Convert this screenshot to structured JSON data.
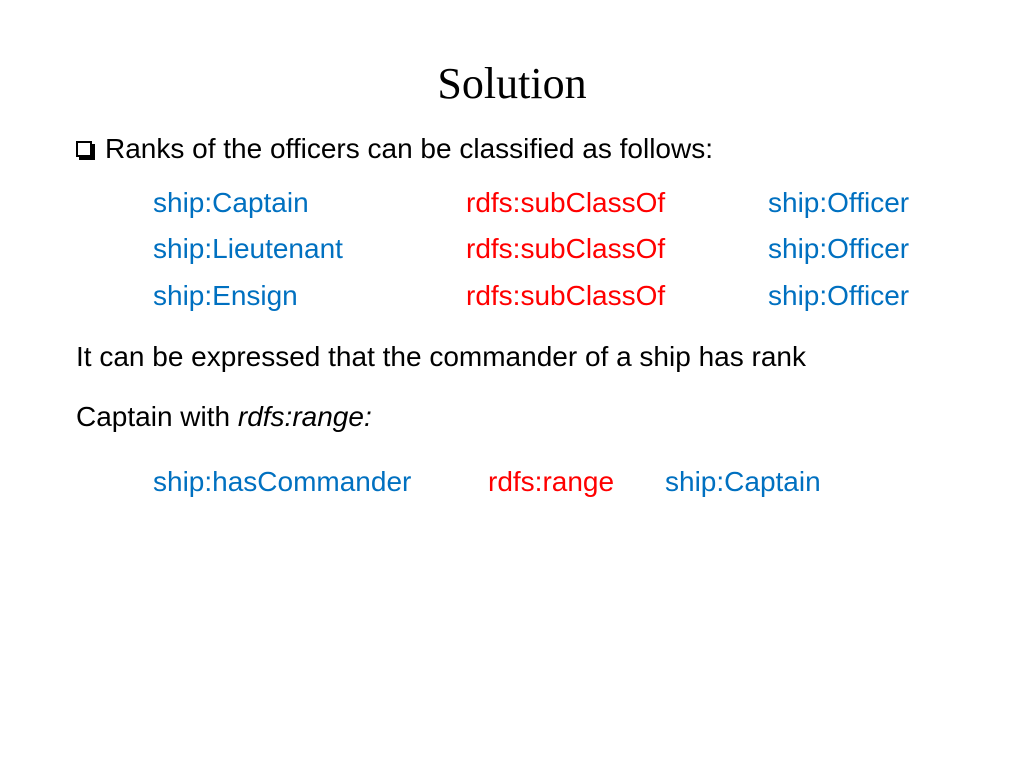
{
  "slide": {
    "title": "Solution",
    "bullet": {
      "icon": "checkbox-icon",
      "text": "Ranks of the officers can be classified as follows:"
    },
    "subclass_triples": [
      {
        "subject": "ship:Captain",
        "predicate": "rdfs:subClassOf",
        "object": "ship:Officer"
      },
      {
        "subject": "ship:Lieutenant",
        "predicate": "rdfs:subClassOf",
        "object": "ship:Officer"
      },
      {
        "subject": "ship:Ensign",
        "predicate": "rdfs:subClassOf",
        "object": "ship:Officer"
      }
    ],
    "paragraph_line1": "It can be expressed that the commander of a ship has rank",
    "paragraph_line2_prefix": "Captain with ",
    "paragraph_line2_emphasis": "rdfs:range:",
    "range_triple": {
      "subject": "ship:hasCommander",
      "predicate": "rdfs:range",
      "object": "ship:Captain"
    },
    "colors": {
      "subject": "#0070c0",
      "predicate": "#ff0000",
      "text": "#000000"
    }
  }
}
